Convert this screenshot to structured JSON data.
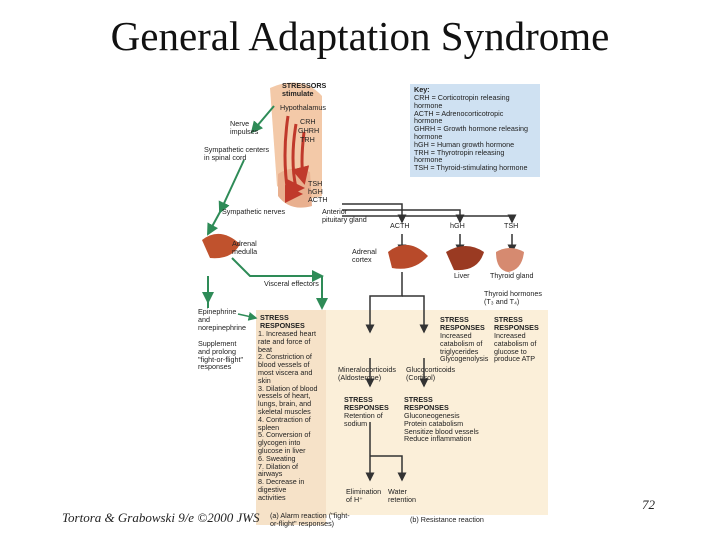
{
  "title": "General Adaptation Syndrome",
  "figure": {
    "stressors": "STRESSORS\nstimulate",
    "hypothalamus": "Hypothalamus",
    "crh": "CRH",
    "ghrh": "GHRH",
    "trh": "TRH",
    "nerve_impulses": "Nerve\nimpulses",
    "sympathetic_centers": "Sympathetic centers\nin spinal cord",
    "tsh": "TSH",
    "hgh": "hGH",
    "acth": "ACTH",
    "sympathetic_nerves": "Sympathetic nerves",
    "anterior_pituitary": "Anterior\npituitary gland",
    "adrenal_medulla": "Adrenal\nmedulla",
    "adrenal_cortex": "Adrenal\ncortex",
    "visceral_effectors": "Visceral effectors",
    "acth_2": "ACTH",
    "hgh_2": "hGH",
    "tsh_2": "TSH",
    "liver": "Liver",
    "thyroid_gland": "Thyroid gland",
    "thyroid_hormones": "Thyroid hormones\n(T₃ and T₄)",
    "epinephrine": "Epinephrine\nand\nnorepinephrine",
    "supplement": "Supplement\nand prolong\n\"fight-or-flight\"\nresponses",
    "stress_responses_a_title": "STRESS\nRESPONSES",
    "stress_responses_a": "1. Increased heart\n    rate and force of\n    beat\n2. Constriction of\n    blood vessels of\n    most viscera and\n    skin\n3. Dilation of blood\n    vessels of heart,\n    lungs, brain, and\n    skeletal muscles\n4. Contraction of\n    spleen\n5. Conversion of\n    glycogen into\n    glucose in liver\n6. Sweating\n7. Dilation of\n    airways\n8. Decrease in\n    digestive\n    activities",
    "mineralocorticoids": "Mineralocorticoids\n(Aldosterone)",
    "glucocorticoids": "Glucocorticoids\n(Cortisol)",
    "stress_min_title": "STRESS\nRESPONSES",
    "stress_min": "Retention of\nsodium",
    "stress_glu_title": "STRESS\nRESPONSES",
    "stress_glu": "Gluconeogenesis\nProtein catabolism\nSensitize blood vessels\nReduce inflammation",
    "stress_hgh_title": "STRESS\nRESPONSES",
    "stress_hgh": "Increased\ncatabolism of\ntriglycerides\nGlycogenolysis",
    "stress_tsh_title": "STRESS\nRESPONSES",
    "stress_tsh": "Increased\ncatabolism of\nglucose to\nproduce ATP",
    "elimination": "Elimination\nof H⁺",
    "water_retention": "Water\nretention",
    "caption_a": "(a) Alarm reaction (\"fight-\nor-flight\" responses)",
    "caption_b": "(b) Resistance reaction",
    "key_title": "Key:",
    "key_body": "CRH = Corticotropin releasing\n           hormone\nACTH = Adrenocorticotropic\n           hormone\nGHRH = Growth hormone releasing\n           hormone\nhGH = Human growth hormone\nTRH = Thyrotropin releasing\n           hormone\nTSH = Thyroid-stimulating hormone"
  },
  "footer": "Tortora & Grabowski 9/e ©2000 JWS",
  "page_number": "72",
  "colors": {
    "arrow_red": "#c0392b",
    "arrow_green": "#2e8b57",
    "key_bg": "#cfe1f2",
    "stress_bg": "#fbefd9"
  }
}
